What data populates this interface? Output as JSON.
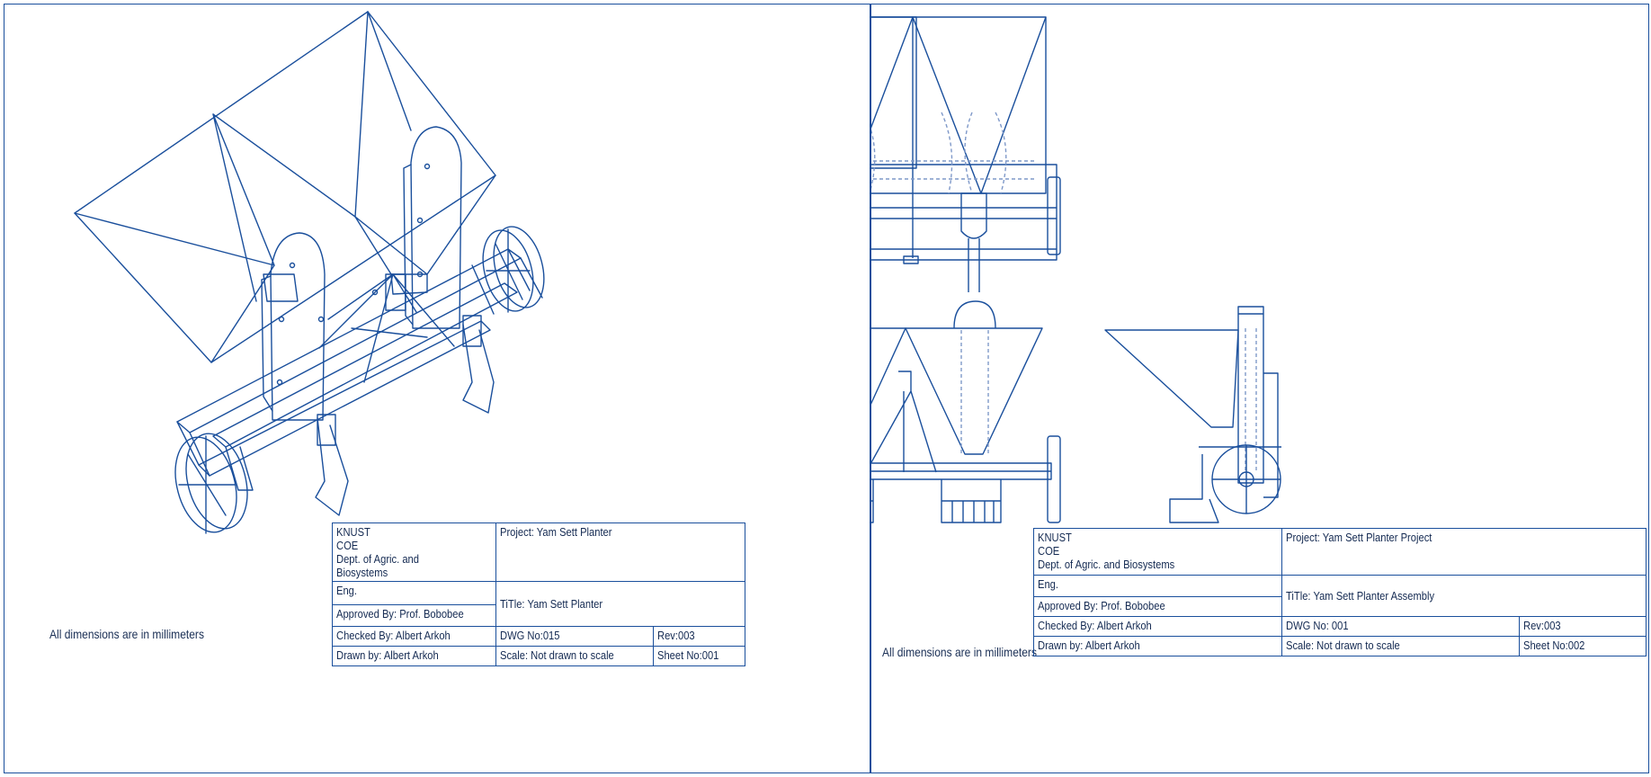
{
  "colors": {
    "line": "#1a4f9c",
    "hidden": "#7f99c9",
    "text": "#142a52",
    "background": "#ffffff"
  },
  "sheets": [
    {
      "note": "All dimensions are in millimeters",
      "org": [
        "KNUST",
        "COE",
        "Dept. of Agric. and Biosystems",
        "Eng."
      ],
      "approved": "Approved By: Prof. Bobobee",
      "checked": "Checked By: Albert Arkoh",
      "drawn": "Drawn by: Albert Arkoh",
      "project": "Project: Yam Sett Planter",
      "title": "TiTle: Yam Sett Planter",
      "dwg": "DWG No:015",
      "scale": "Scale: Not drawn to scale",
      "rev": "Rev:003",
      "sheet_no": "Sheet No:001"
    },
    {
      "note": "All dimensions are in millimeters",
      "org": [
        "KNUST",
        "COE",
        "Dept. of Agric. and Biosystems",
        "Eng."
      ],
      "approved": "Approved By: Prof. Bobobee",
      "checked": "Checked By: Albert Arkoh",
      "drawn": "Drawn by: Albert Arkoh",
      "project": "Project: Yam Sett Planter Project",
      "title": "TiTle: Yam Sett Planter Assembly",
      "dwg": "DWG No: 001",
      "scale": "Scale: Not drawn to scale",
      "rev": "Rev:003",
      "sheet_no": "Sheet No:002"
    }
  ]
}
